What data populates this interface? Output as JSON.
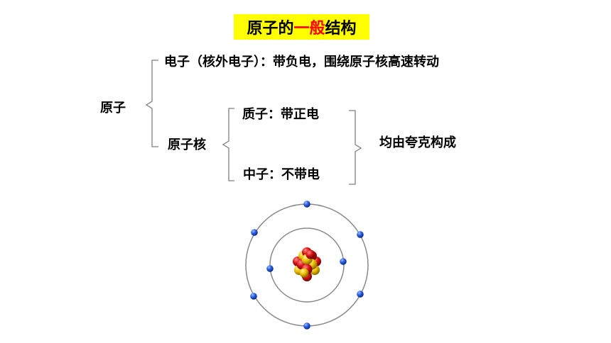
{
  "title": {
    "before": "原子的",
    "accent": "一般",
    "after": "结构",
    "highlight_color": "#ffff00",
    "accent_color": "#ff0000"
  },
  "atom_label": "原子",
  "electron_text": "电子（核外电子）：带负电，围绕原子核高速转动",
  "nucleus_label": "原子核",
  "proton_text": "质子：带正电",
  "neutron_text": "中子：不带电",
  "quark_text": "均由夸克构成",
  "diagram": {
    "inner_electrons": 2,
    "outer_electrons": 6,
    "electron_color": "#1f4fd8",
    "proton_color": "#e01818",
    "neutron_color": "#f2c200"
  }
}
